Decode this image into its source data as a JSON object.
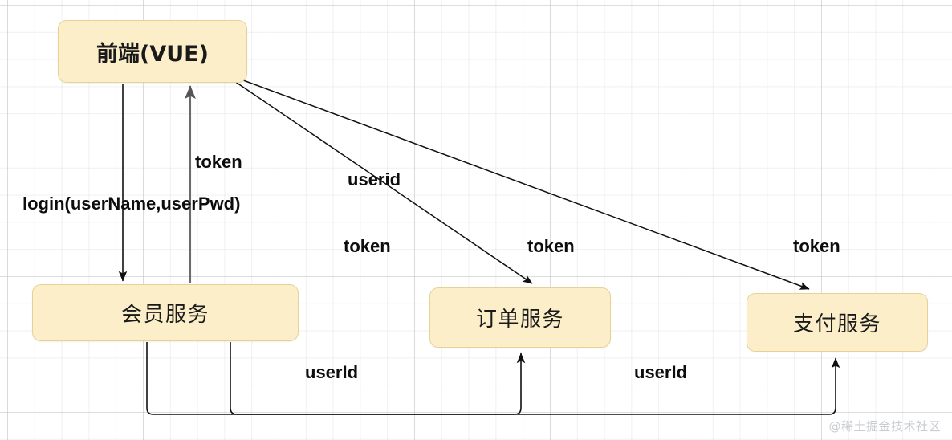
{
  "diagram": {
    "title": "token based microservice authentication flow",
    "background": {
      "grid": "on",
      "grid_color": "#d2d4d8",
      "page_color": "#ffffff"
    },
    "style": {
      "node_fill": "#fbeec9",
      "node_border": "#e6d296",
      "edge_color": "#1a1a1a",
      "label_color": "#0d0d0d"
    },
    "nodes": [
      {
        "id": "vue",
        "label": "前端(VUE)"
      },
      {
        "id": "member",
        "label": "会员服务"
      },
      {
        "id": "order",
        "label": "订单服务"
      },
      {
        "id": "pay",
        "label": "支付服务"
      }
    ],
    "edges": [
      {
        "id": "e1",
        "from": "vue",
        "to": "member",
        "label": "login(userName,userPwd)"
      },
      {
        "id": "e2",
        "from": "member",
        "to": "vue",
        "label": "token"
      },
      {
        "id": "e3",
        "from": "vue",
        "to": "order",
        "label": "userid"
      },
      {
        "id": "e4",
        "from": "vue",
        "to": "order",
        "label": "token"
      },
      {
        "id": "e5",
        "from": "vue",
        "to": "order",
        "label": "token"
      },
      {
        "id": "e6",
        "from": "vue",
        "to": "pay",
        "label": "token"
      },
      {
        "id": "e7",
        "from": "member",
        "to": "order",
        "label": "userId"
      },
      {
        "id": "e8",
        "from": "member",
        "to": "pay",
        "label": "userId"
      }
    ]
  },
  "watermark": {
    "text": "@稀土掘金技术社区"
  }
}
